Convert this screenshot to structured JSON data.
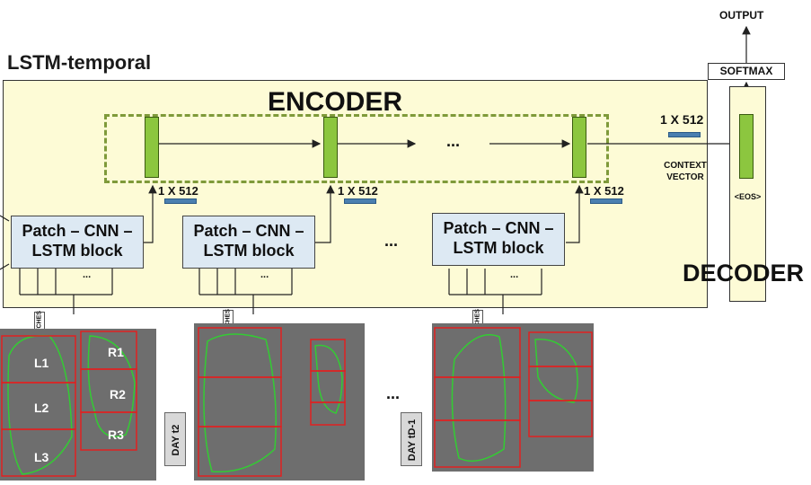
{
  "title": "LSTM-temporal",
  "encoder": {
    "title": "ENCODER",
    "ellipsis": "...",
    "cells": [
      {
        "vector_label": "1 X 512"
      },
      {
        "vector_label": "1 X 512"
      },
      {
        "vector_label": "1 X 512"
      }
    ],
    "blocks": [
      {
        "line1": "Patch – CNN –",
        "line2": "LSTM block",
        "dots": "..."
      },
      {
        "line1": "Patch – CNN –",
        "line2": "LSTM block",
        "dots": "..."
      },
      {
        "line1": "Patch – CNN –",
        "line2": "LSTM block",
        "dots": "..."
      }
    ],
    "blocks_ellipsis": "..."
  },
  "context": {
    "vector_label": "1 X 512",
    "caption_line1": "CONTEXT",
    "caption_line2": "VECTOR"
  },
  "decoder": {
    "title": "DECODER",
    "softmax": "SOFTMAX",
    "output": "OUTPUT",
    "eos": "<EOS>"
  },
  "images": {
    "patches_label": "PATCHES",
    "ellipsis": "...",
    "day_labels": [
      "DAY t2",
      "DAY tD-1"
    ],
    "left_regions": [
      "L1",
      "L2",
      "L3"
    ],
    "right_regions": [
      "R1",
      "R2",
      "R3"
    ]
  },
  "colors": {
    "encoder_bg": "#fdfbd6",
    "lstm_cell": "#8cc63f",
    "block_bg": "#dde9f3",
    "vector_bar": "#4a7fb0",
    "dash": "#7f9a3a",
    "lung_outline": "#33cc33",
    "grid": "#e02020"
  }
}
